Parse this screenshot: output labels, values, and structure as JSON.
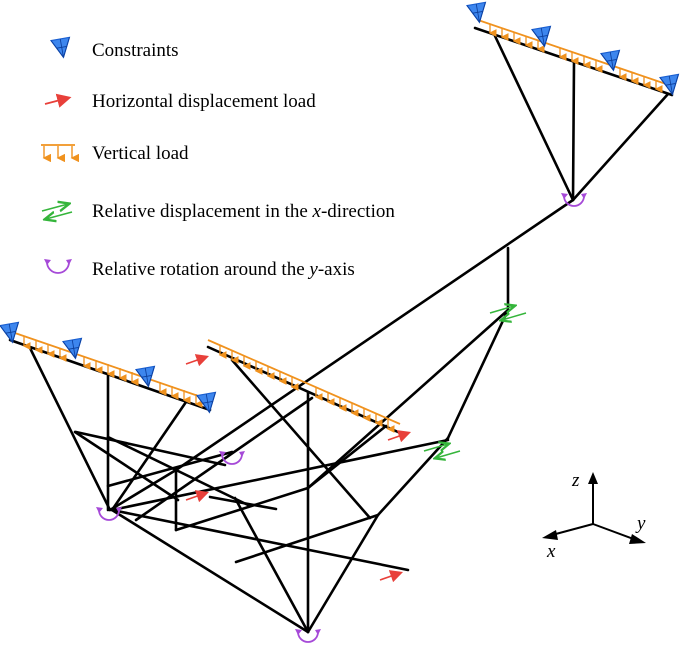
{
  "legend": {
    "constraints": "Constraints",
    "horizontal_load": "Horizontal displacement load",
    "vertical_load": "Vertical load",
    "relative_disp_prefix": "Relative displacement in the ",
    "relative_disp_var": "x",
    "relative_disp_suffix": "-direction",
    "relative_rot_prefix": "Relative rotation around the ",
    "relative_rot_var": "y",
    "relative_rot_suffix": "-axis"
  },
  "axes": {
    "z": "z",
    "y": "y",
    "x": "x"
  },
  "colors": {
    "constraint": "#1a73e8",
    "horizontal_load": "#e8403a",
    "vertical_load": "#f0921e",
    "relative_displacement": "#35b53b",
    "relative_rotation": "#a64ad8",
    "member": "#000000"
  }
}
